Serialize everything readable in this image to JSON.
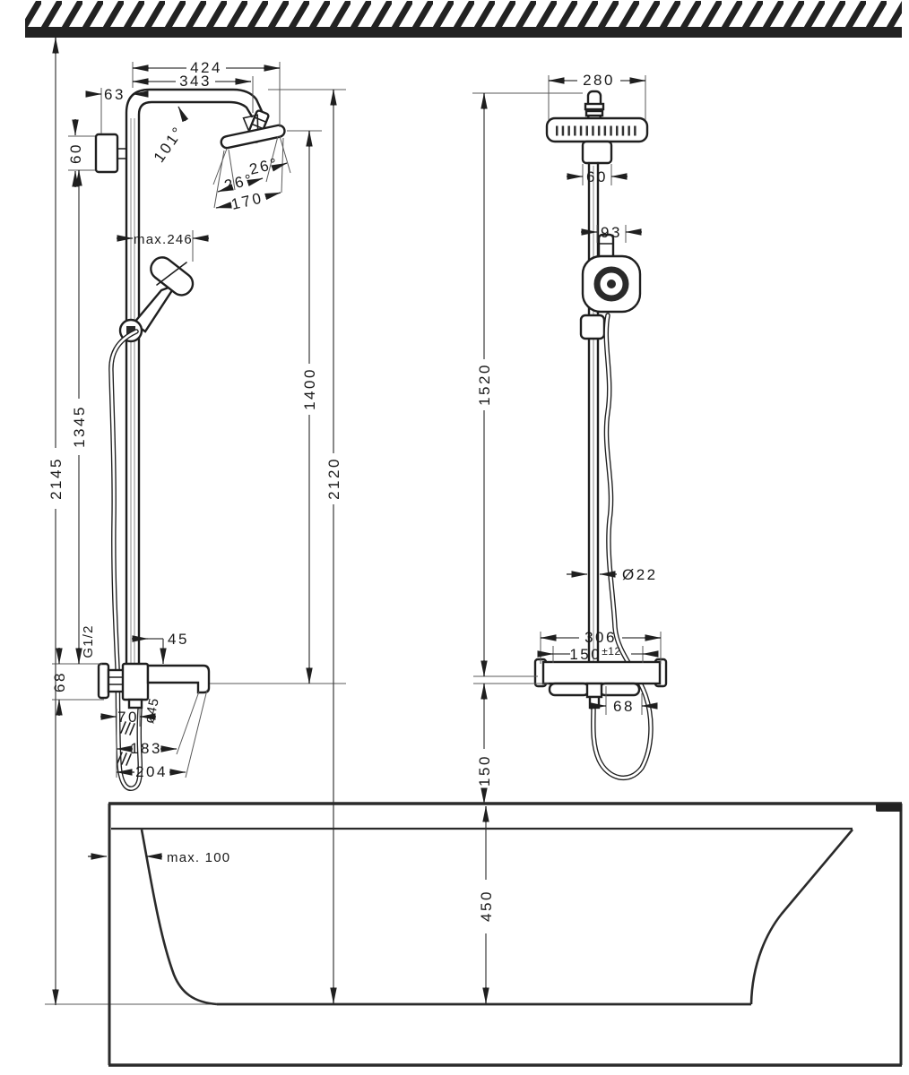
{
  "meta": {
    "type": "technical installation dimension drawing",
    "views": [
      "front view with bath spout",
      "side view with hose",
      "bathtub section"
    ],
    "unit": "mm"
  },
  "colors": {
    "object_line": "#1f1f1f",
    "dimension_line": "#3a3a3a",
    "extension_line": "#5a5a5a",
    "ceiling": "#222222",
    "background": "#ffffff"
  },
  "front_view": {
    "dim_424": "424",
    "dim_343": "343",
    "dim_63": "63",
    "dim_60": "60",
    "angle_101": "101°",
    "angle_26_left": "26°",
    "angle_26_right": "26°",
    "dim_170": "170",
    "dim_max246": "max.246",
    "dim_1345": "1345",
    "dim_2145": "2145",
    "dim_1400": "1400",
    "dim_2120": "2120",
    "thread_g12": "G1/2",
    "dim_45": "45",
    "dim_68": "68",
    "dim_70": "70",
    "dim_o45": "ø45",
    "dim_183": "183",
    "dim_204": "204"
  },
  "side_view": {
    "dim_280": "280",
    "dim_60": "60",
    "dim_93": "93",
    "dim_1520": "1520",
    "dim_o22": "Ø22",
    "dim_306": "306",
    "dim_150tol_base": "150",
    "dim_150tol_sup": "±12",
    "dim_68": "68",
    "dim_150": "150",
    "dim_450": "450"
  },
  "bathtub": {
    "dim_max100": "max. 100"
  }
}
